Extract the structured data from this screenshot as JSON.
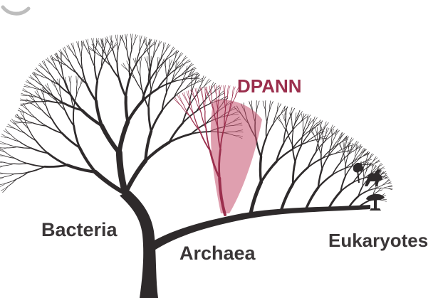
{
  "labels": {
    "dpann": "DPANN",
    "bacteria": "Bacteria",
    "archaea": "Archaea",
    "eukaryotes": "Eukaryotes"
  },
  "colors": {
    "tree": "#2e2a2b",
    "dpann": "#9b2f4d",
    "dpann_highlight": "#c4506e",
    "label": "#3a3637",
    "corner_mark": "#bdbdbd"
  },
  "icons": [
    "tree-icon",
    "animal-icon",
    "mushroom-icon"
  ]
}
